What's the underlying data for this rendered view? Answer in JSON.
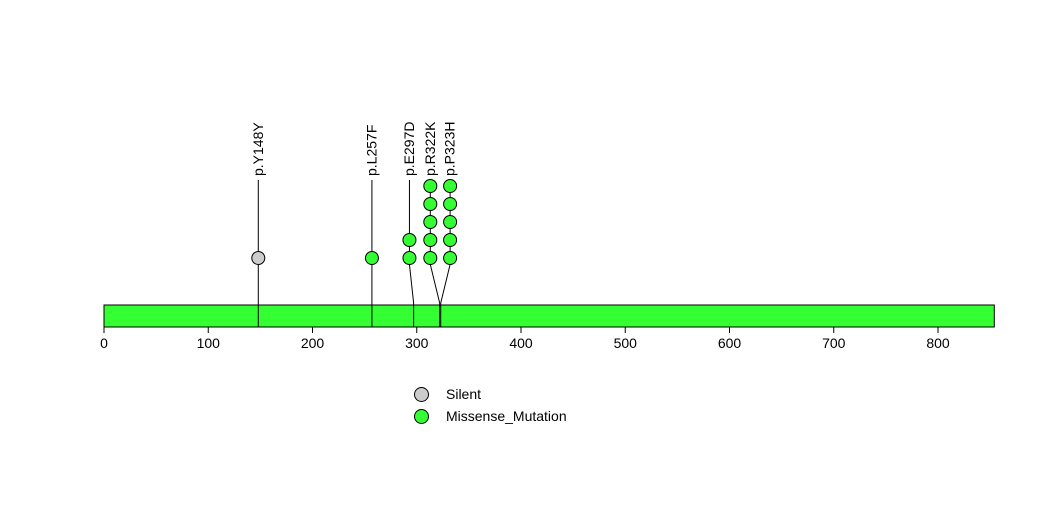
{
  "figure": {
    "background_color": "#ffffff",
    "accent_green": "#33ff33",
    "silent_gray": "#cccccc"
  },
  "chart_data": {
    "type": "scatter",
    "subtype": "lollipop-mutation-plot",
    "title": "",
    "xlabel": "",
    "ylabel": "",
    "xlim": [
      0,
      854
    ],
    "axis_ticks": [
      0,
      100,
      200,
      300,
      400,
      500,
      600,
      700,
      800
    ],
    "grid": false,
    "gene_bar": {
      "start": 0,
      "end": 854,
      "fill": "#33ff33",
      "border": "#000000"
    },
    "mutations": [
      {
        "label": "p.Y148Y",
        "position": 148,
        "display_position": 148,
        "count": 1,
        "class": "Silent",
        "color": "#cccccc"
      },
      {
        "label": "p.L257F",
        "position": 257,
        "display_position": 257,
        "count": 1,
        "class": "Missense_Mutation",
        "color": "#33ff33"
      },
      {
        "label": "p.E297D",
        "position": 297,
        "display_position": 293,
        "count": 2,
        "class": "Missense_Mutation",
        "color": "#33ff33"
      },
      {
        "label": "p.R322K",
        "position": 322,
        "display_position": 313,
        "count": 5,
        "class": "Missense_Mutation",
        "color": "#33ff33"
      },
      {
        "label": "p.P323H",
        "position": 323,
        "display_position": 332,
        "count": 5,
        "class": "Missense_Mutation",
        "color": "#33ff33"
      }
    ],
    "legend": {
      "position": "bottom-center",
      "entries": [
        {
          "label": "Silent",
          "color": "#cccccc"
        },
        {
          "label": "Missense_Mutation",
          "color": "#33ff33"
        }
      ]
    }
  }
}
